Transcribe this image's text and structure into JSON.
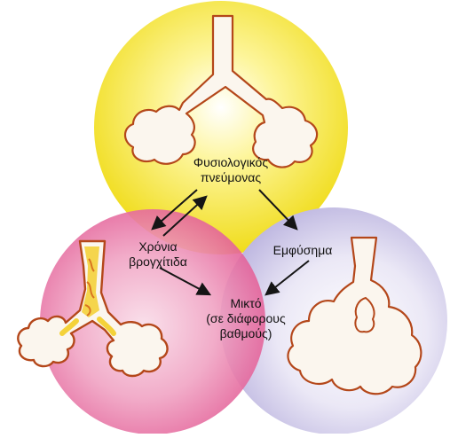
{
  "labels": {
    "normal": [
      "Φυσιολογικός",
      "πνεύμονας"
    ],
    "bronchitis": [
      "Χρόνια",
      "βρογχίτιδα"
    ],
    "emphysema": "Εμφύσημα",
    "mixed": [
      "Μικτό",
      "(σε διάφορους",
      "βαθμούς)"
    ]
  },
  "colors": {
    "normal_circle": "#f2e11e",
    "bronchitis_circle": "#e8619a",
    "emphysema_circle": "#c9c4e6",
    "airway_outline": "#b4471a",
    "airway_fill": "#fbf6ee",
    "inflamed_tissue": "#f4d23a",
    "arrow": "#151515"
  }
}
